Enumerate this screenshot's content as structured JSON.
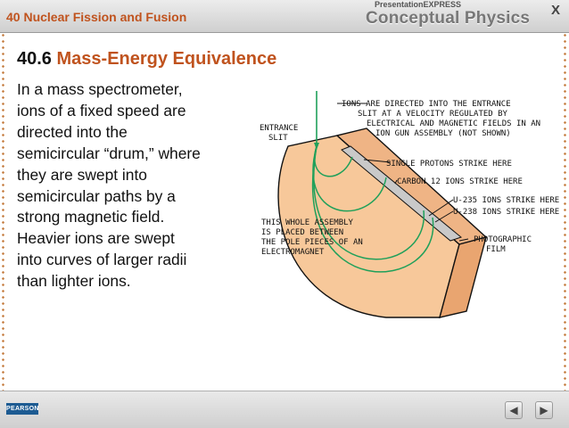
{
  "header": {
    "chapter_title": "40 Nuclear Fission and Fusion",
    "brand_top": "PresentationEXPRESS",
    "brand_main": "Conceptual Physics",
    "close_label": "X"
  },
  "section": {
    "number": "40.6",
    "title": "Mass-Energy Equivalence"
  },
  "body_lines": [
    "In a mass spectrometer,",
    "ions of a fixed speed are",
    "directed into the",
    "semicircular “drum,” where",
    "they are swept into",
    "semicircular paths by a",
    "strong magnetic field.",
    "Heavier ions are swept",
    "into curves of larger radii",
    "than lighter ions."
  ],
  "figure": {
    "labels": {
      "entrance_1": "ENTRANCE",
      "entrance_2": "SLIT",
      "ions_1": "IONS ARE DIRECTED INTO THE ENTRANCE",
      "ions_2": "SLIT AT A VELOCITY REGULATED BY",
      "ions_3": "ELECTRICAL AND MAGNETIC FIELDS IN AN",
      "ions_4": "ION GUN ASSEMBLY (NOT SHOWN)",
      "protons": "SINGLE PROTONS STRIKE HERE",
      "carbon": "CARBON 12 IONS STRIKE HERE",
      "u235": "U-235 IONS STRIKE HERE",
      "u238": "U-238 IONS STRIKE HERE",
      "film_1": "PHOTOGRAPHIC",
      "film_2": "FILM",
      "assembly_1": "THIS WHOLE ASSEMBLY",
      "assembly_2": "IS PLACED BETWEEN",
      "assembly_3": "THE POLE PIECES OF AN",
      "assembly_4": "ELECTROMAGNET"
    },
    "colors": {
      "drum_face": "#f7c89a",
      "drum_top": "#efb485",
      "film": "#c9c9c9",
      "ion_path": "#1fa05a",
      "outline": "#111111"
    }
  },
  "footer": {
    "logo_text": "PEARSON",
    "prev_icon": "◀",
    "next_icon": "▶"
  },
  "colors": {
    "accent": "#c0531e",
    "border_dots": "#c47a3d"
  }
}
